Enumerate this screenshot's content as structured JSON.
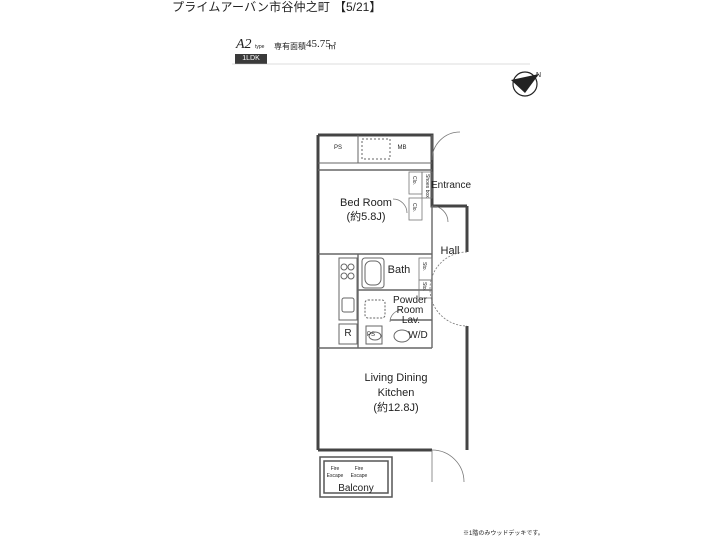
{
  "header": {
    "property_name": "プライムアーバン市谷仲之町",
    "page_indicator": "【5/21】"
  },
  "unit": {
    "type_code": "A2",
    "type_suffix": "type",
    "layout": "1LDK",
    "area_label": "専有面積",
    "area_value": "45.75",
    "area_unit": "㎡"
  },
  "rooms": {
    "bed_room": "Bed Room",
    "bed_room_size": "(約5.8J)",
    "living": "Living Dining",
    "living_2": "Kitchen",
    "living_size": "(約12.8J)",
    "bath": "Bath",
    "powder_1": "Powder",
    "powder_2": "Room",
    "lav": "Lav.",
    "wd": "W/D",
    "hall": "Hall",
    "entrance": "Entrance",
    "balcony": "Balcony",
    "ps_top": "PS",
    "mb": "MB",
    "ps_bottom": "PS",
    "fridge": "R",
    "fire_escape_1_a": "Fire",
    "fire_escape_1_b": "Escape",
    "fire_escape_2_a": "Fire",
    "fire_escape_2_b": "Escape",
    "shoes_box": "Shoes box",
    "clo_1": "Clo.",
    "clo_2": "Clo.",
    "sto_1": "Sto.",
    "sto_2": "Sto."
  },
  "footnote": "※1階のみウッドデッキです。",
  "compass_label": "N",
  "colors": {
    "wall": "#444444",
    "line": "#666666",
    "badge": "#3a3a3a"
  }
}
